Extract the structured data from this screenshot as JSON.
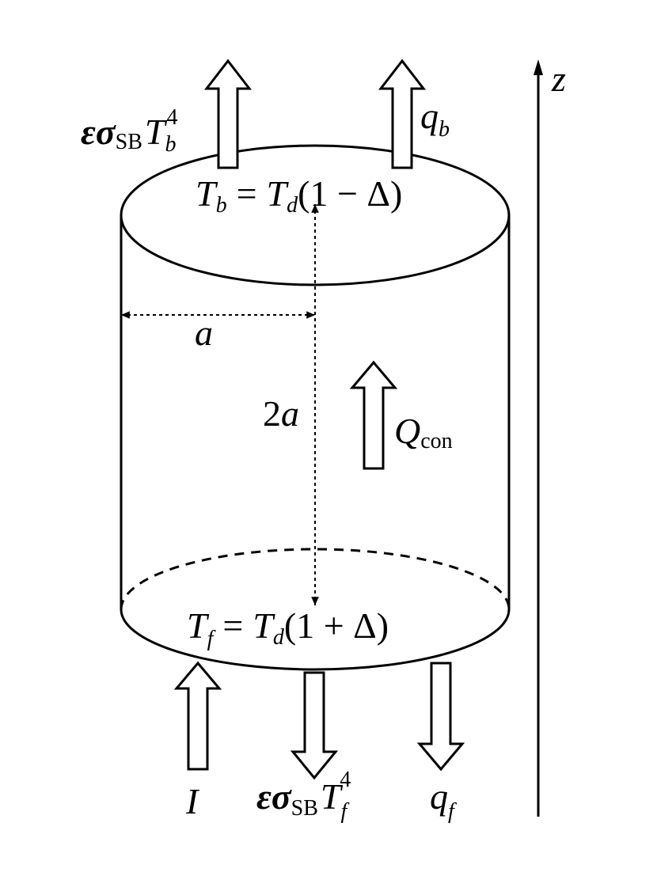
{
  "labels": {
    "top_left_flux": {
      "eps_sigma": "εσ",
      "sub": "SB",
      "T": "T",
      "T_sub": "b",
      "power": "4"
    },
    "top_right_flux": {
      "q": "q",
      "q_sub": "b"
    },
    "top_temp": {
      "lhs": "T",
      "lhs_sub": "b",
      "eq": "=",
      "rhs": "T",
      "rhs_sub": "d",
      "paren": "(1 − Δ)"
    },
    "bottom_temp": {
      "lhs": "T",
      "lhs_sub": "f",
      "eq": "=",
      "rhs": "T",
      "rhs_sub": "d",
      "paren": "(1 + Δ)"
    },
    "radius": "a",
    "height": {
      "coef": "2",
      "var": "a"
    },
    "conduction": {
      "Q": "Q",
      "Q_sub": "con"
    },
    "z_axis": "z",
    "bottom_in": "I",
    "bottom_out_emission": {
      "eps_sigma": "εσ",
      "sub": "SB",
      "T": "T",
      "T_sub": "f",
      "power": "4"
    },
    "bottom_out_q": {
      "q": "q",
      "q_sub": "f"
    }
  }
}
